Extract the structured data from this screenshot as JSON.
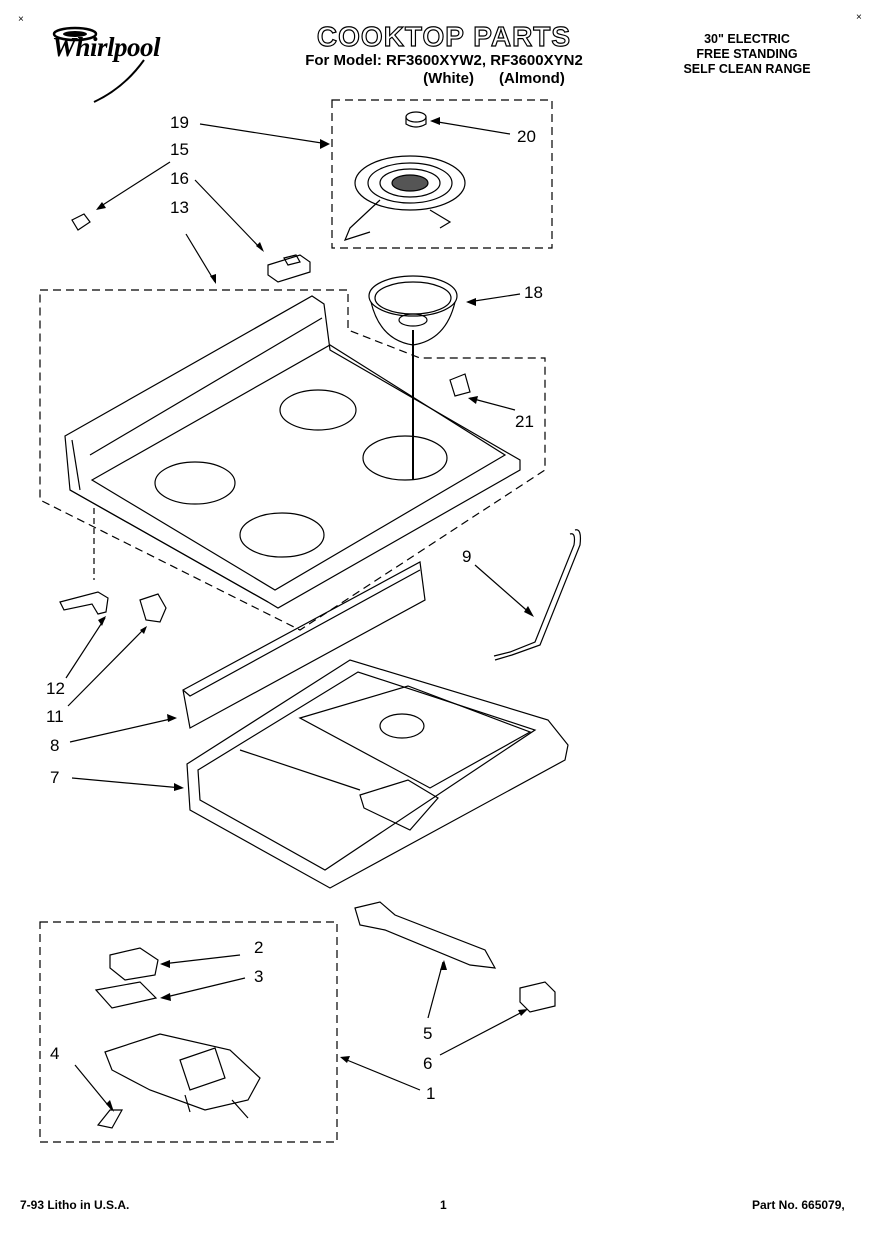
{
  "header": {
    "brand": "Whirlpool",
    "title": "COOKTOP PARTS",
    "model_line": "For Model: RF3600XYW2, RF3600XYN2",
    "variant_line": "(White)      (Almond)",
    "range_type": [
      "30\" ELECTRIC",
      "FREE STANDING",
      "SELF CLEAN RANGE"
    ]
  },
  "callouts": [
    "19",
    "15",
    "16",
    "13",
    "20",
    "18",
    "21",
    "9",
    "12",
    "11",
    "8",
    "7",
    "2",
    "3",
    "4",
    "5",
    "6",
    "1"
  ],
  "footer": {
    "litho": "7-93 Litho in U.S.A.",
    "page": "1",
    "part_no": "Part No. 665079,"
  }
}
